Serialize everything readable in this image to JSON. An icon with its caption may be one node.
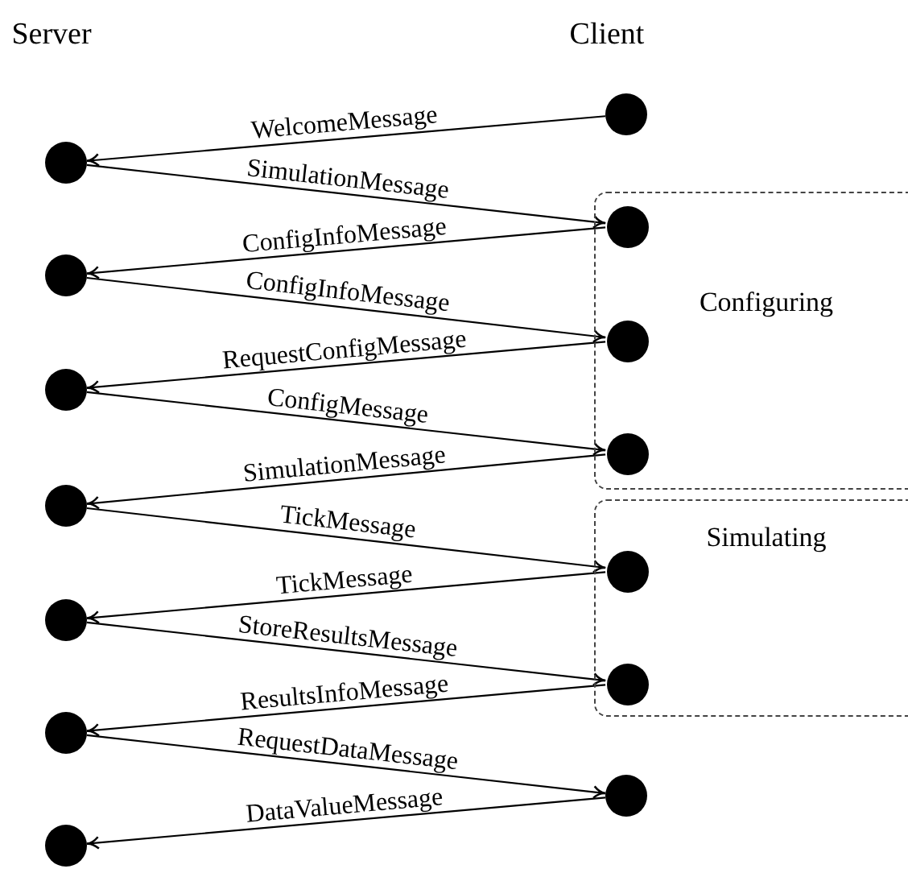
{
  "diagram": {
    "nodes": [
      {
        "text": [],
        "shape": "circle"
      },
      {
        "text": [],
        "shape": "circle"
      },
      {
        "text": [
          "Configuring"
        ]
      },
      {
        "text": [],
        "shape": "circle",
        "in": 2
      },
      {
        "text": [],
        "shape": "circle"
      },
      {
        "text": [],
        "shape": "circle",
        "in": 2
      },
      {
        "text": [],
        "shape": "circle"
      },
      {
        "text": [],
        "shape": "circle",
        "in": 2
      },
      {
        "text": [],
        "shape": "circle"
      },
      {
        "text": [
          "Simulating"
        ]
      },
      {
        "text": [],
        "shape": "circle",
        "in": 9
      },
      {
        "text": [],
        "shape": "circle"
      },
      {
        "text": [],
        "shape": "circle",
        "in": 9
      },
      {
        "text": [],
        "shape": "circle"
      },
      {
        "text": [],
        "shape": "circle"
      },
      {
        "text": [],
        "shape": "circle"
      }
    ],
    "edges": [
      {
        "from": 0,
        "to": 1,
        "arrow": "to",
        "label": "WelcomeMessage"
      },
      {
        "from": 1,
        "to": 3,
        "arrow": "to",
        "label": "SimulationMessage"
      },
      {
        "from": 3,
        "to": 4,
        "arrow": "to",
        "label": "ConfigInfoMessage"
      },
      {
        "from": 4,
        "to": 5,
        "arrow": "to",
        "label": "ConfigInfoMessage"
      },
      {
        "from": 5,
        "to": 6,
        "arrow": "to",
        "label": "RequestConfigMessage"
      },
      {
        "from": 6,
        "to": 7,
        "arrow": "to",
        "label": "ConfigMessage"
      },
      {
        "from": 7,
        "to": 8,
        "arrow": "to",
        "label": "SimulationMessage"
      },
      {
        "from": 8,
        "to": 10,
        "arrow": "to",
        "label": "TickMessage"
      },
      {
        "from": 10,
        "to": 11,
        "arrow": "to",
        "label": "TickMessage"
      },
      {
        "from": 11,
        "to": 12,
        "arrow": "to",
        "label": "StoreResultsMessage"
      },
      {
        "from": 12,
        "to": 13,
        "arrow": "to",
        "label": "ResultsInfoMessage"
      },
      {
        "from": 13,
        "to": 14,
        "arrow": "to",
        "label": "RequestDataMessage"
      },
      {
        "from": 14,
        "to": 15,
        "arrow": "to",
        "label": "DataValueMessage"
      }
    ],
    "labels": [
      "Server",
      "Client"
    ]
  }
}
